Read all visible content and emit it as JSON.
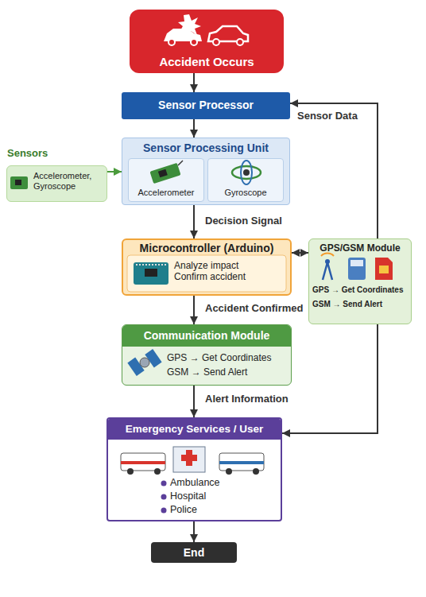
{
  "diagram": {
    "nodes": [
      {
        "text": [
          "Accident Occurs"
        ]
      },
      {
        "text": [
          "Sensor Processor"
        ]
      },
      {
        "text": [
          "Sensor Processing Unit"
        ]
      },
      {
        "text": [
          "Accelerometer"
        ],
        "in": 2
      },
      {
        "text": [
          "Gyroscope"
        ],
        "in": 2
      },
      {
        "text": [
          "Sensors",
          "Accelerometer, Gyroscope"
        ]
      },
      {
        "text": [
          "Microcontroller (Arduino)",
          "Analyze impact Confirm accident"
        ]
      },
      {
        "text": [
          "GPS/GSM Module",
          "GPS → Get Coordinates",
          "GSM → Send Alert"
        ]
      },
      {
        "text": [
          "Communication Module",
          "GPS → Get Coordinates",
          "GSM → Send Alert"
        ]
      },
      {
        "text": [
          "Emergency Services / User",
          "Ambulance",
          "Hospital",
          "Police"
        ]
      },
      {
        "text": [
          "End"
        ]
      }
    ],
    "edges": [
      {
        "from": 0,
        "to": 1,
        "arrow": "to"
      },
      {
        "from": 1,
        "to": 2,
        "arrow": "to"
      },
      {
        "from": 5,
        "to": 2,
        "arrow": "to"
      },
      {
        "from": 2,
        "to": 6,
        "label": "Decision Signal",
        "arrow": "to"
      },
      {
        "from": 6,
        "to": 7,
        "arrow": "both"
      },
      {
        "from": 6,
        "to": 8,
        "label": "Accident Confirmed",
        "arrow": "to"
      },
      {
        "from": 8,
        "to": 9,
        "label": "Alert Information",
        "arrow": "to"
      },
      {
        "from": 7,
        "to": 1,
        "label": "Sensor Data",
        "arrow": "to"
      },
      {
        "from": 7,
        "to": 9,
        "arrow": "to"
      },
      {
        "from": 9,
        "to": 10,
        "arrow": "to"
      }
    ]
  }
}
